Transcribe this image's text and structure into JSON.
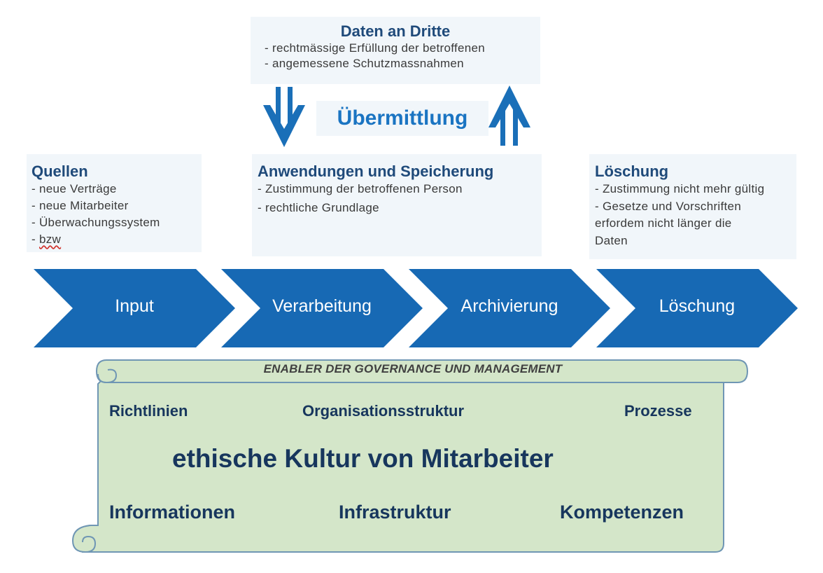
{
  "daten_an_dritte": {
    "title": "Daten an Dritte",
    "lines": [
      "- rechtmässige Erfüllung der betroffenen",
      "- angemessene Schutzmassnahmen"
    ]
  },
  "uebermittlung": {
    "label": "Übermittlung"
  },
  "quellen": {
    "title": "Quellen",
    "lines": [
      "- neue Verträge",
      "- neue Mitarbeiter",
      "- Überwachungssystem",
      "- ",
      "bzw"
    ]
  },
  "anwendungen": {
    "title": "Anwendungen und Speicherung",
    "lines": [
      "- Zustimmung der betroffenen Person",
      "- rechtliche Grundlage"
    ]
  },
  "loeschung_box": {
    "title": "Löschung",
    "lines": [
      "- Zustimmung nicht mehr gültig",
      "- Gesetze und Vorschriften",
      "erfordem nicht länger die",
      "Daten"
    ]
  },
  "process": {
    "steps": [
      "Input",
      "Verarbeitung",
      "Archivierung",
      "Löschung"
    ]
  },
  "enabler": {
    "title": "ENABLER DER GOVERNANCE UND MANAGEMENT",
    "richtlinien": "Richtlinien",
    "organisationsstruktur": "Organisationsstruktur",
    "prozesse": "Prozesse",
    "kultur": "ethische Kultur von Mitarbeiter",
    "informationen": "Informationen",
    "infrastruktur": "Infrastruktur",
    "kompetenzen": "Kompetenzen"
  },
  "colors": {
    "chevron": "#1769b4",
    "arrow": "#1a6fb8",
    "title_text": "#1f4a7a",
    "scroll_fill": "#d4e6c9",
    "scroll_border": "#6f96b4",
    "enabler_text": "#17365d"
  }
}
